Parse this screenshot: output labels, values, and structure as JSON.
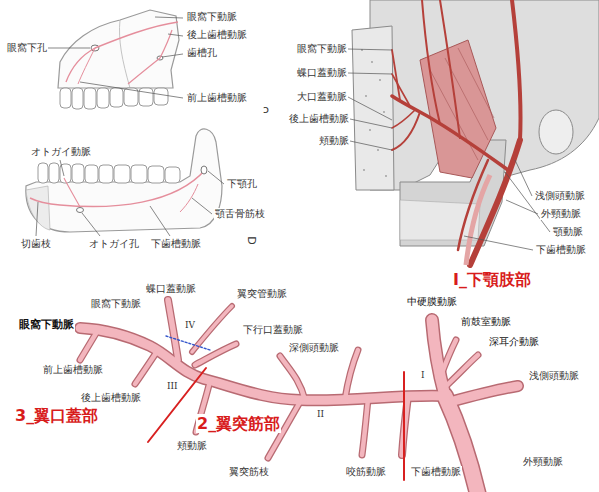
{
  "diagram": {
    "labels": [
      "眼窩下孔",
      "眼窩下動脈",
      "後上歯槽動脈",
      "歯槽孔",
      "前上歯槽動脈",
      "c",
      "オトガイ動脈",
      "下顎孔",
      "顎舌骨筋枝",
      "切歯枝",
      "オトガイ孔",
      "下歯槽動脈",
      "D",
      "眼窩下動脈",
      "蝶口蓋動脈",
      "大口蓋動脈",
      "後上歯槽動脈",
      "頬動脈",
      "浅側頭動脈",
      "外頸動脈",
      "顎動脈",
      "下歯槽動脈",
      "眼窩下動脈",
      "眼窩下動脈",
      "蝶口蓋動脈",
      "翼突管動脈",
      "IV",
      "下行口蓋動脈",
      "III",
      "前上歯槽動脈",
      "後上歯槽動脈",
      "深側頭動脈",
      "II",
      "頬動脈",
      "翼突筋枝",
      "咬筋動脈",
      "下歯槽動脈",
      "I",
      "中硬膜動脈",
      "前鼓室動脈",
      "深耳介動脈",
      "浅側頭動脈",
      "外頸動脈",
      "I_下顎肢部",
      "3_翼口蓋部",
      "2_翼突筋部"
    ]
  }
}
